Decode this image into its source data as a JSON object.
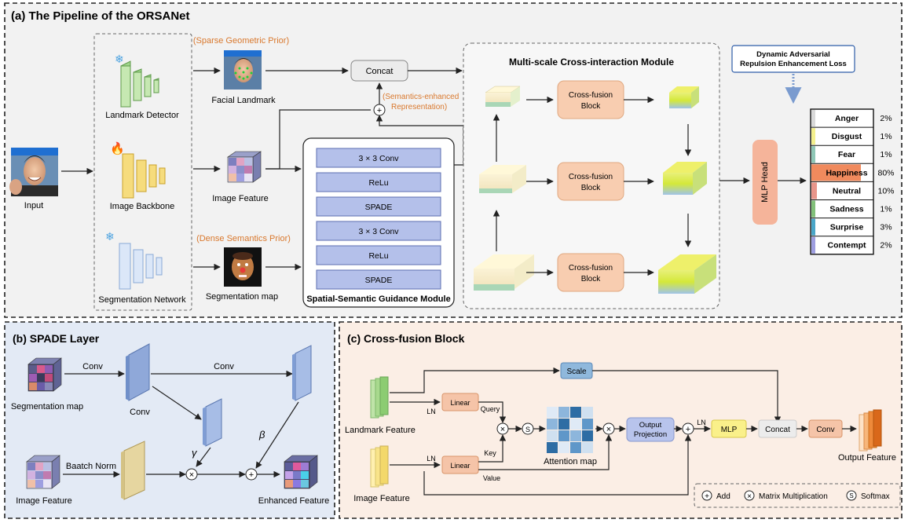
{
  "panel_a": {
    "title": "(a) The Pipeline of the ORSANet",
    "input_label": "Input",
    "landmark_detector": "Landmark Detector",
    "image_backbone": "Image Backbone",
    "segmentation_network": "Segmentation Network",
    "sparse_prior": "(Sparse Geometric Prior)",
    "dense_prior": "(Dense Semantics Prior)",
    "facial_landmark": "Facial Landmark",
    "image_feature": "Image Feature",
    "segmentation_map": "Segmentation map",
    "concat": "Concat",
    "semantics_enhanced_1": "(Semantics-enhanced",
    "semantics_enhanced_2": "Representation)",
    "ssgm_layers": [
      "3 × 3 Conv",
      "ReLu",
      "SPADE",
      "3 × 3 Conv",
      "ReLu",
      "SPADE"
    ],
    "ssgm_title": "Spatial-Semantic Guidance Module",
    "mcim_title": "Multi-scale Cross-interaction Module",
    "cross_fusion_line1": "Cross-fusion",
    "cross_fusion_line2": "Block",
    "loss_line1": "Dynamic Adversarial",
    "loss_line2": "Repulsion Enhancement Loss",
    "mlp_head": "MLP Head",
    "emotions": [
      {
        "name": "Anger",
        "pct": "2%",
        "value": 2,
        "color": "#d9d9d9"
      },
      {
        "name": "Disgust",
        "pct": "1%",
        "value": 1,
        "color": "#f4f08e"
      },
      {
        "name": "Fear",
        "pct": "1%",
        "value": 1,
        "color": "#8fc7b6"
      },
      {
        "name": "Happiness",
        "pct": "80%",
        "value": 80,
        "color": "#f08a5d"
      },
      {
        "name": "Neutral",
        "pct": "10%",
        "value": 10,
        "color": "#e8958a"
      },
      {
        "name": "Sadness",
        "pct": "1%",
        "value": 1,
        "color": "#82c07a"
      },
      {
        "name": "Surprise",
        "pct": "3%",
        "value": 3,
        "color": "#4aa6c8"
      },
      {
        "name": "Contempt",
        "pct": "2%",
        "value": 2,
        "color": "#9e9ee0"
      }
    ]
  },
  "panel_b": {
    "title": "(b)  SPADE Layer",
    "segmentation_map": "Segmentation map",
    "conv_label_1": "Conv",
    "conv_label_2": "Conv",
    "conv_below": "Conv",
    "gamma": "γ",
    "beta": "β",
    "batch_norm": "Baatch Norm",
    "image_feature": "Image Feature",
    "enhanced_feature": "Enhanced Feature"
  },
  "panel_c": {
    "title": "(c)  Cross-fusion Block",
    "scale": "Scale",
    "landmark_feature": "Landmark Feature",
    "image_feature": "Image Feature",
    "ln": "LN",
    "linear": "Linear",
    "query": "Query",
    "key": "Key",
    "value": "Value",
    "attention_map": "Attention map",
    "output_projection_1": "Output",
    "output_projection_2": "Projection",
    "mlp": "MLP",
    "concat": "Concat",
    "conv": "Conv",
    "output_feature": "Output Feature",
    "legend_add": "Add",
    "legend_matmul": "Matrix Multiplication",
    "legend_softmax": "Softmax",
    "plus_symbol": "+",
    "times_symbol": "×",
    "s_symbol": "S"
  },
  "colors": {
    "panel_a_bg": "#f2f2f2",
    "panel_b_bg": "#e3eaf5",
    "panel_c_bg": "#fbeee5",
    "accent_orange": "#d9782d",
    "layer_blue": "#b4c0ea",
    "fusion_block": "#f8cdb0"
  }
}
